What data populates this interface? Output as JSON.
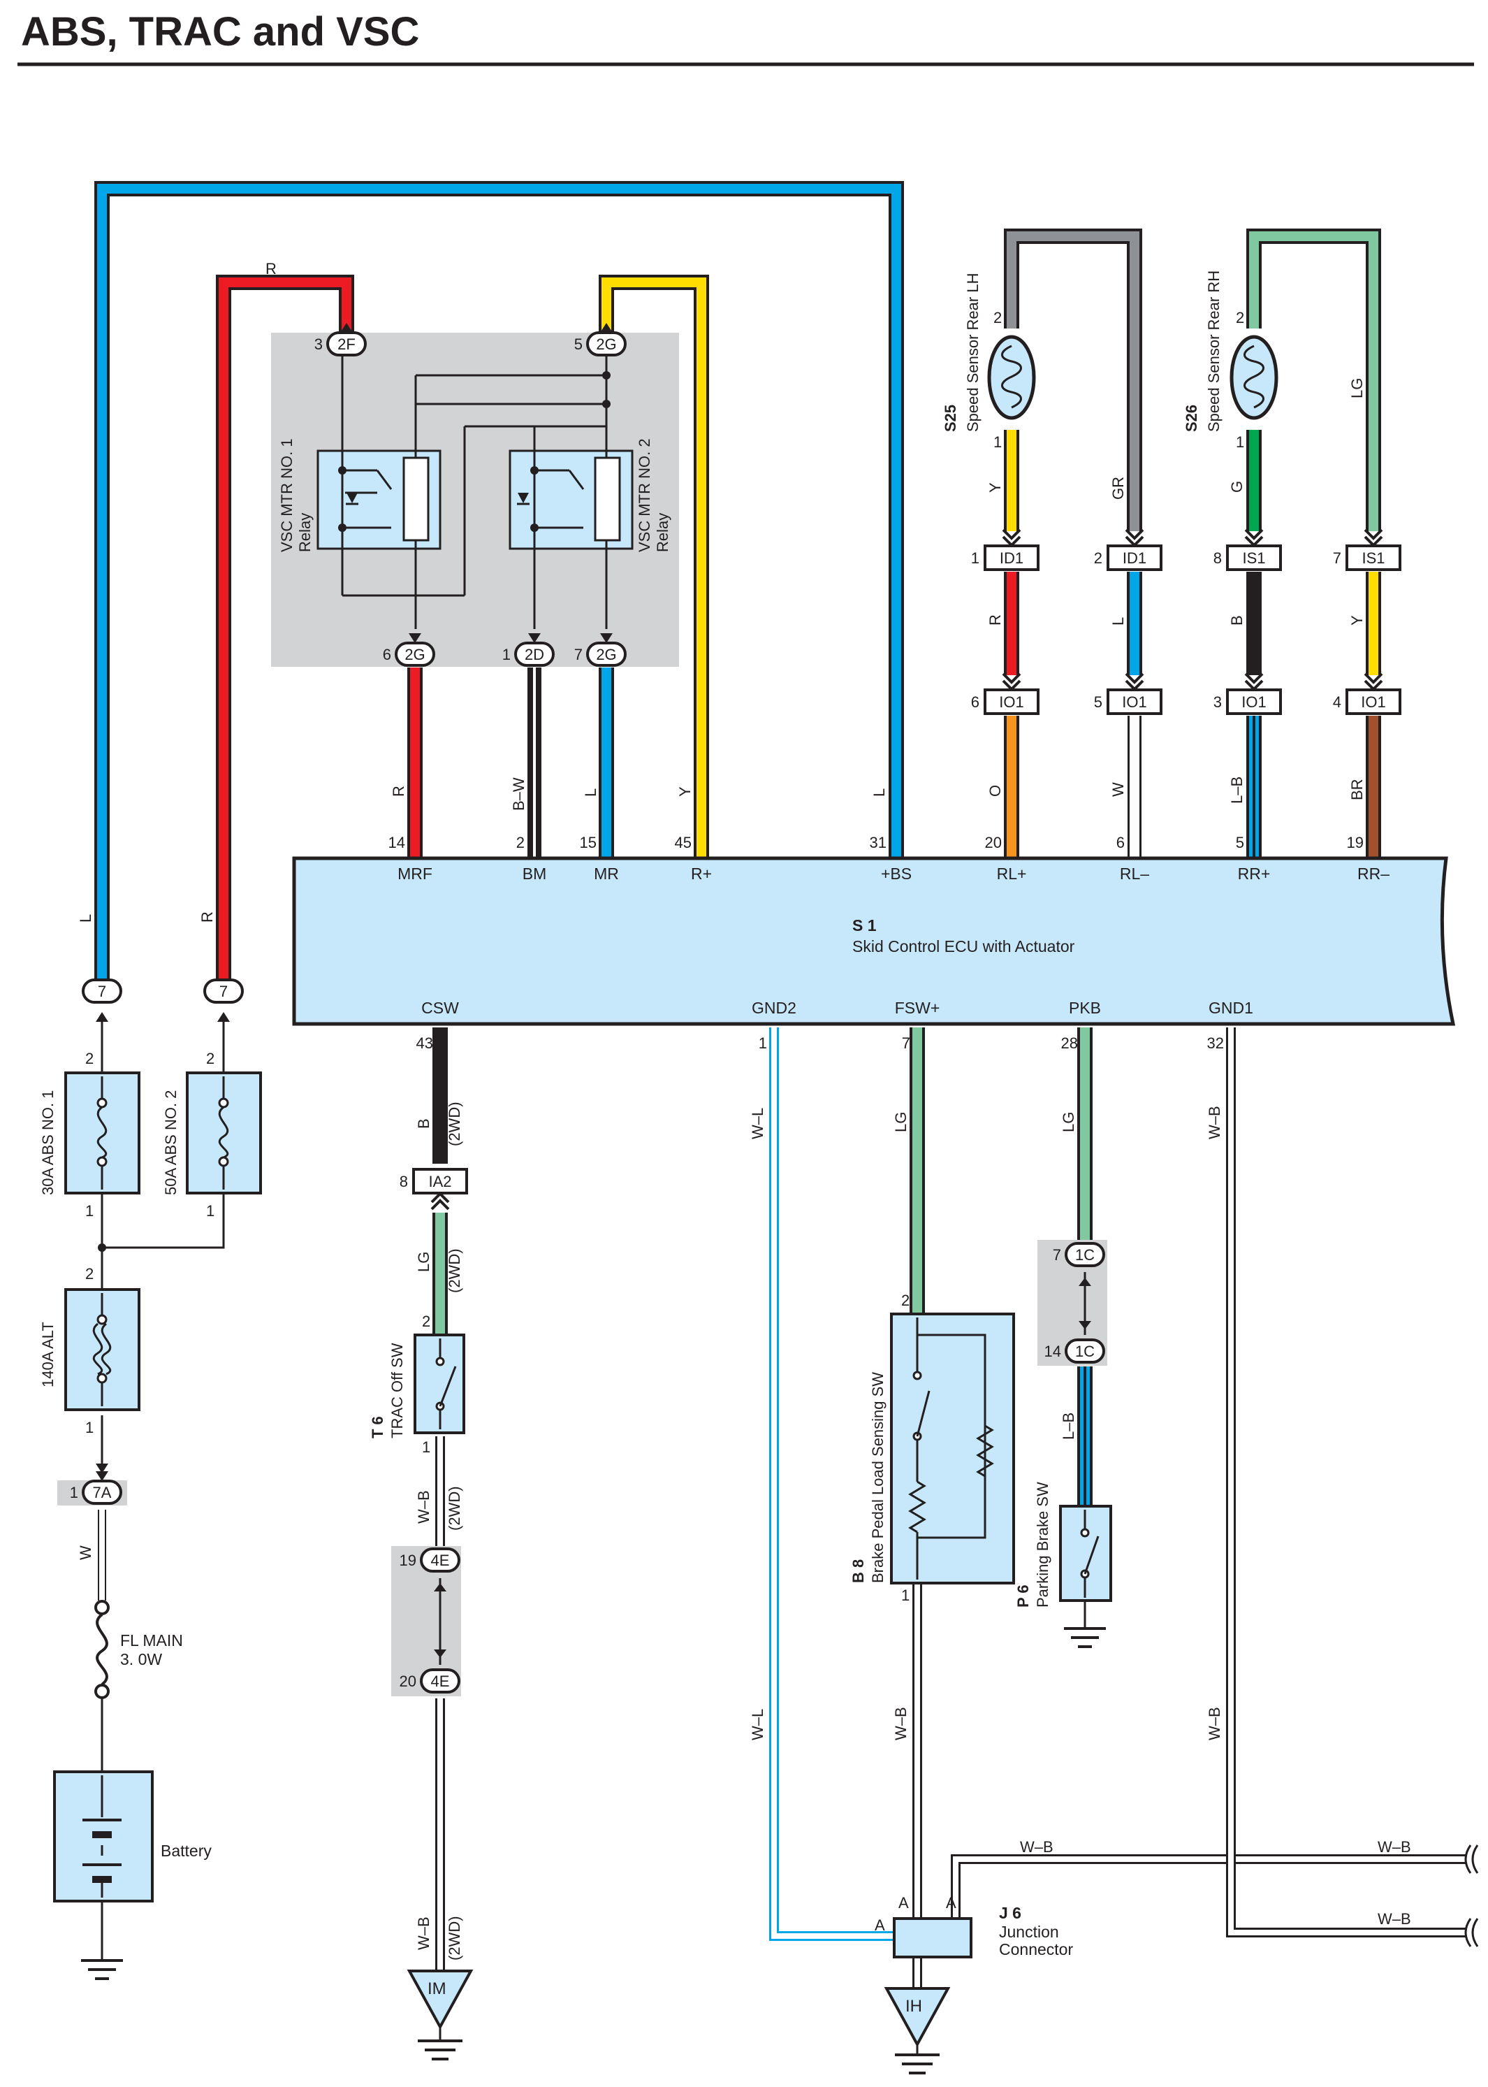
{
  "title": "ABS, TRAC and VSC",
  "colors": {
    "L": "#00a6e8",
    "R": "#ed1c24",
    "Y": "#ffdd00",
    "GR": "#8e9195",
    "G": "#00a651",
    "LG": "#7fc8a0",
    "B": "#231f20",
    "O": "#f7941d",
    "BR": "#a0522d",
    "W": "#ffffff",
    "ecu_fill": "#c6e8fa",
    "relay_bg": "#d2d3d5",
    "component_fill": "#c6e8fa"
  },
  "wire_labels": {
    "L": "L",
    "R": "R",
    "Y": "Y",
    "GR": "GR",
    "G": "G",
    "LG": "LG",
    "B": "B",
    "O": "O",
    "W": "W",
    "BR": "BR",
    "B_W": "B–W",
    "L_B": "L–B",
    "W_L": "W–L",
    "W_B": "W–B",
    "2WD": "(2WD)"
  },
  "relays": {
    "relay1": {
      "name": "VSC MTR NO. 1",
      "sub": "Relay"
    },
    "relay2": {
      "name": "VSC MTR NO. 2",
      "sub": "Relay"
    }
  },
  "connectors": {
    "c2F": {
      "id": "2F",
      "pin": "3"
    },
    "c2G_top": {
      "id": "2G",
      "pin": "5"
    },
    "c2G_a": {
      "id": "2G",
      "pin": "6"
    },
    "c2D": {
      "id": "2D",
      "pin": "1"
    },
    "c2G_b": {
      "id": "2G",
      "pin": "7"
    },
    "ID1a": {
      "id": "ID1",
      "pin": "1"
    },
    "ID1b": {
      "id": "ID1",
      "pin": "2"
    },
    "IS1a": {
      "id": "IS1",
      "pin": "8"
    },
    "IS1b": {
      "id": "IS1",
      "pin": "7"
    },
    "IO1a": {
      "id": "IO1",
      "pin": "6"
    },
    "IO1b": {
      "id": "IO1",
      "pin": "5"
    },
    "IO1c": {
      "id": "IO1",
      "pin": "3"
    },
    "IO1d": {
      "id": "IO1",
      "pin": "4"
    },
    "c7a": {
      "id": "7"
    },
    "c7b": {
      "id": "7"
    },
    "c7A": {
      "id": "7A",
      "pin": "1"
    },
    "IA2": {
      "id": "IA2",
      "pin": "8"
    },
    "c4E_top": {
      "id": "4E",
      "pin": "19"
    },
    "c4E_bot": {
      "id": "4E",
      "pin": "20"
    },
    "c1C_top": {
      "id": "1C",
      "pin": "7"
    },
    "c1C_bot": {
      "id": "1C",
      "pin": "14"
    }
  },
  "ecu": {
    "code": "S 1",
    "name": "Skid Control ECU with Actuator",
    "top_pins": [
      {
        "pin": "14",
        "label": "MRF"
      },
      {
        "pin": "2",
        "label": "BM"
      },
      {
        "pin": "15",
        "label": "MR"
      },
      {
        "pin": "45",
        "label": "R+"
      },
      {
        "pin": "31",
        "label": "+BS"
      },
      {
        "pin": "20",
        "label": "RL+"
      },
      {
        "pin": "6",
        "label": "RL–"
      },
      {
        "pin": "5",
        "label": "RR+"
      },
      {
        "pin": "19",
        "label": "RR–"
      }
    ],
    "bottom_pins": [
      {
        "pin": "43",
        "label": "CSW"
      },
      {
        "pin": "1",
        "label": "GND2"
      },
      {
        "pin": "7",
        "label": "FSW+"
      },
      {
        "pin": "28",
        "label": "PKB"
      },
      {
        "pin": "32",
        "label": "GND1"
      }
    ]
  },
  "sensors": {
    "s25": {
      "code": "S25",
      "name": "Speed Sensor Rear LH",
      "pin_top": "2",
      "pin_bot": "1"
    },
    "s26": {
      "code": "S26",
      "name": "Speed Sensor Rear RH",
      "pin_top": "2",
      "pin_bot": "1"
    }
  },
  "fuses": {
    "abs1": {
      "name": "30A ABS NO. 1",
      "pin_top": "2",
      "pin_bot": "1"
    },
    "abs2": {
      "name": "50A ABS NO. 2",
      "pin_top": "2",
      "pin_bot": "1"
    },
    "alt": {
      "name": "140A ALT",
      "pin_top": "2",
      "pin_bot": "1"
    },
    "flmain_1": "FL MAIN",
    "flmain_2": "3. 0W"
  },
  "components": {
    "battery": "Battery",
    "trac_code": "T 6",
    "trac_name": "TRAC Off SW",
    "trac_pin_top": "2",
    "trac_pin_bot": "1",
    "brake_code": "B 8",
    "brake_name": "Brake Pedal Load Sensing SW",
    "brake_pin_top": "2",
    "brake_pin_bot": "1",
    "park_code": "P 6",
    "park_name": "Parking Brake SW",
    "jc_code": "J 6",
    "jc_name_1": "Junction",
    "jc_name_2": "Connector",
    "jc_pin": "A"
  },
  "grounds": {
    "im": "IM",
    "ih": "IH"
  }
}
